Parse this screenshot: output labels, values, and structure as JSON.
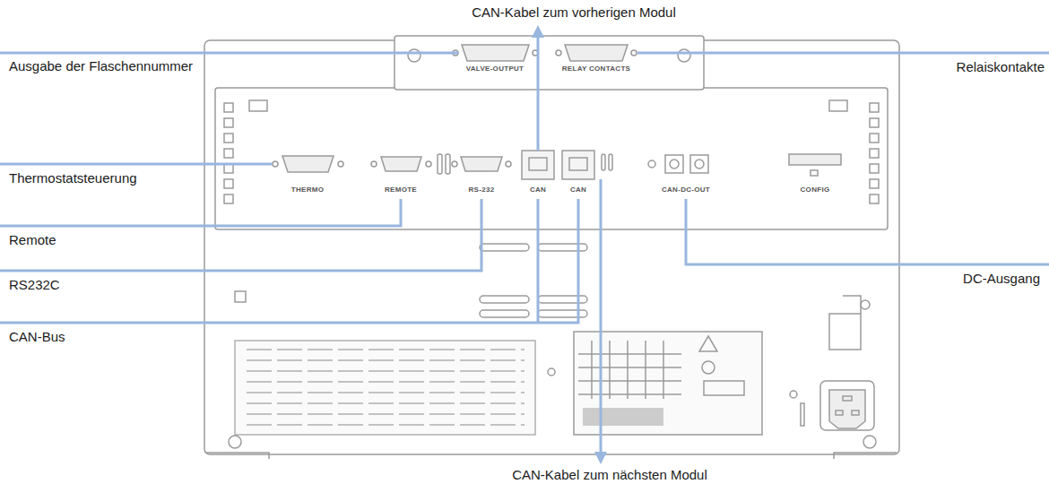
{
  "diagram": {
    "labels": [
      "CAN-Kabel zum vorherigen Modul",
      "Ausgabe der Flaschennummer",
      "Relaiskontakte",
      "Thermostatsteuerung",
      "Remote",
      "RS232C",
      "DC-Ausgang",
      "CAN-Bus",
      "CAN-Kabel zum nächsten Modul",
      "VALVE-OUTPUT",
      "RELAY CONTACTS",
      "THERMO",
      "REMOTE",
      "RS-232",
      "CAN",
      "CAN",
      "CAN-DC-OUT",
      "CONFIG"
    ]
  }
}
